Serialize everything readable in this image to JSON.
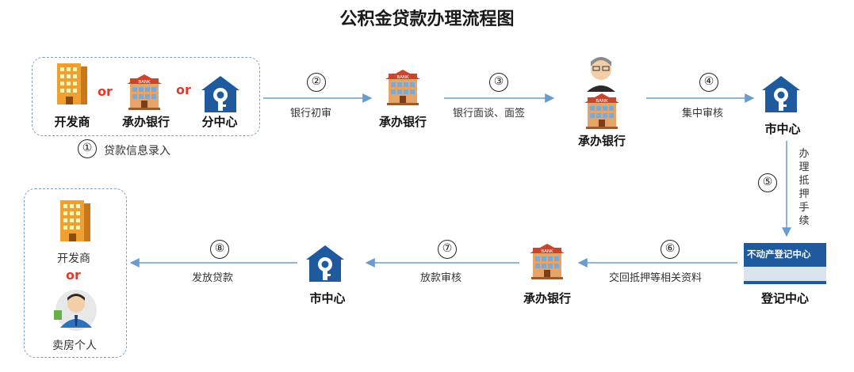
{
  "title": "公积金贷款办理流程图",
  "colors": {
    "accent_blue": "#1f5a9e",
    "arrow": "#6a9bd0",
    "or_red": "#e03a2a"
  },
  "top_group": {
    "items": [
      {
        "label": "开发商",
        "icon": "building-icon"
      },
      {
        "label": "承办银行",
        "icon": "bank-icon"
      },
      {
        "label": "分中心",
        "icon": "fund-center-icon"
      }
    ],
    "or_text": "or",
    "caption_num": "①",
    "caption": "贷款信息录入"
  },
  "steps": [
    {
      "num": "②",
      "label": "银行初审"
    },
    {
      "num": "③",
      "label": "银行面谈、面签"
    },
    {
      "num": "④",
      "label": "集中审核"
    },
    {
      "num": "⑤",
      "label": "办理抵押手续"
    },
    {
      "num": "⑥",
      "label": "交回抵押等相关资料"
    },
    {
      "num": "⑦",
      "label": "放款审核"
    },
    {
      "num": "⑧",
      "label": "发放贷款"
    }
  ],
  "nodes": {
    "bank1": "承办银行",
    "bank2": "承办银行",
    "city1": "市中心",
    "registry": "登记中心",
    "bank3": "承办银行",
    "city2": "市中心"
  },
  "registry_sign": "不动产登记中心",
  "final_group": {
    "developer": "开发商",
    "or_text": "or",
    "seller": "卖房个人"
  }
}
